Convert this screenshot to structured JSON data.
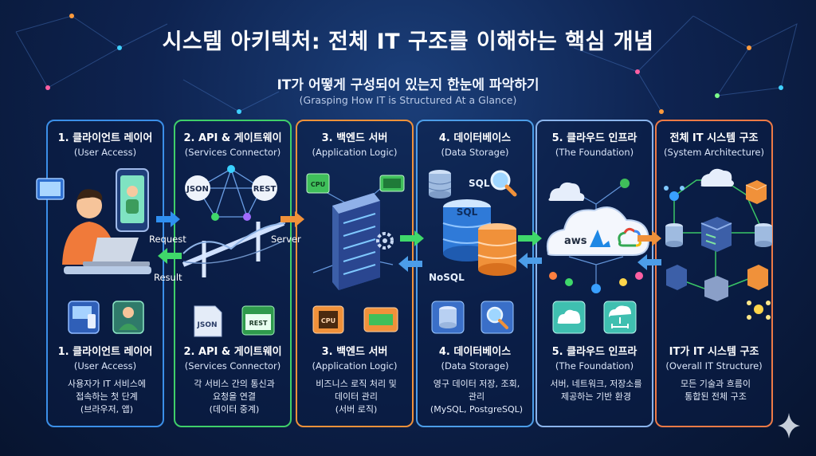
{
  "title": "시스템 아키텍처: 전체 IT 구조를 이해하는 핵심 개념",
  "subtitle": "IT가 어떻게 구성되어 있는지 한눈에 파악하기",
  "subtitle_en": "(Grasping How IT is Structured At a Glance)",
  "colors": {
    "panel1": "#3b8fe8",
    "panel2": "#3fcf6a",
    "panel3": "#f0913a",
    "panel4": "#4c9de8",
    "panel5": "#8ab4ec",
    "panel6": "#ee7a46"
  },
  "panels": [
    {
      "title": "1. 클라이언트 레이어",
      "subtitle": "(User Access)",
      "bottom_title": "1. 클라이언트 레이어",
      "bottom_subtitle": "(User Access)",
      "desc": [
        "사용자가 IT 서비스에",
        "접속하는 첫 단계",
        "(브라우저, 앱)"
      ]
    },
    {
      "title": "2. API & 게이트웨이",
      "subtitle": "(Services Connector)",
      "bottom_title": "2. API & 게이트웨이",
      "bottom_subtitle": "(Services Connector)",
      "desc": [
        "각 서비스 간의 통신과",
        "요청을 연결",
        "(데이터 중계)"
      ],
      "icons": {
        "json": "JSON",
        "rest": "REST"
      }
    },
    {
      "title": "3. 백엔드 서버",
      "subtitle": "(Application Logic)",
      "bottom_title": "3. 백엔드 서버",
      "bottom_subtitle": "(Application Logic)",
      "desc": [
        "비즈니스 로직 처리 및",
        "데이터 관리",
        "(서버 로직)"
      ],
      "icons": {
        "cpu": "CPU"
      }
    },
    {
      "title": "4. 데이터베이스",
      "subtitle": "(Data Storage)",
      "bottom_title": "4. 데이터베이스",
      "bottom_subtitle": "(Data Storage)",
      "desc": [
        "영구 데이터 저장, 조회,",
        "관리",
        "(MySQL, PostgreSQL)"
      ],
      "icons": {
        "sql": "SQL",
        "nosql": "NoSQL"
      }
    },
    {
      "title": "5. 클라우드 인프라",
      "subtitle": "(The Foundation)",
      "bottom_title": "5. 클라우드 인프라",
      "bottom_subtitle": "(The Foundation)",
      "desc": [
        "서버, 네트워크, 저장소를",
        "제공하는 기반 환경"
      ],
      "icons": {
        "aws": "aws"
      }
    },
    {
      "title": "전체 IT 시스템 구조",
      "subtitle": "(System Architecture)",
      "bottom_title": "IT가 IT 시스템 구조",
      "bottom_subtitle": "(Overall IT Structure)",
      "desc": [
        "모든 기술과 흐름이",
        "통합된 전체 구조"
      ]
    }
  ],
  "flows": {
    "request": "Request",
    "result": "Result",
    "server": "Server"
  }
}
